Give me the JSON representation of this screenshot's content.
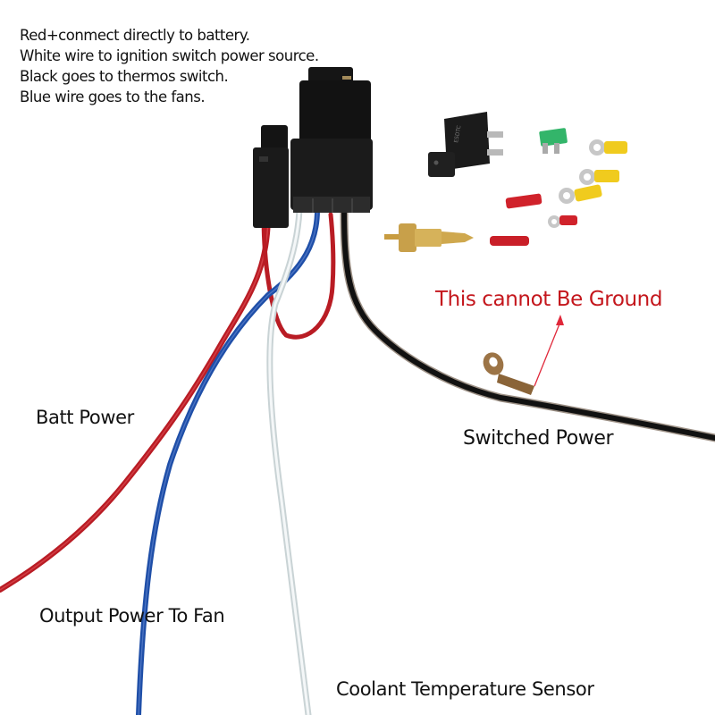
{
  "instructions": [
    "Red+conmect directly to battery.",
    "White wire to ignition switch power source.",
    "Black goes to thermos switch.",
    "Blue wire goes to the fans."
  ],
  "labels": {
    "batt_power": "Batt Power",
    "output_power": "Output Power To Fan",
    "coolant_sensor": "Coolant Temperature Sensor",
    "switched_power": "Switched Power",
    "warning": "This cannot Be Ground"
  },
  "colors": {
    "red_wire": "#c8202a",
    "blue_wire": "#1f4fa8",
    "white_wire": "#e8ecee",
    "black_wire": "#111111",
    "warning_text": "#c4161c"
  },
  "kit_parts": [
    "relay",
    "fuse",
    "ring-terminal-yellow",
    "ring-terminal-yellow",
    "ring-terminal-yellow",
    "ring-terminal-red",
    "spade-connector-red",
    "butt-connector-red",
    "thermo-switch-sensor"
  ]
}
